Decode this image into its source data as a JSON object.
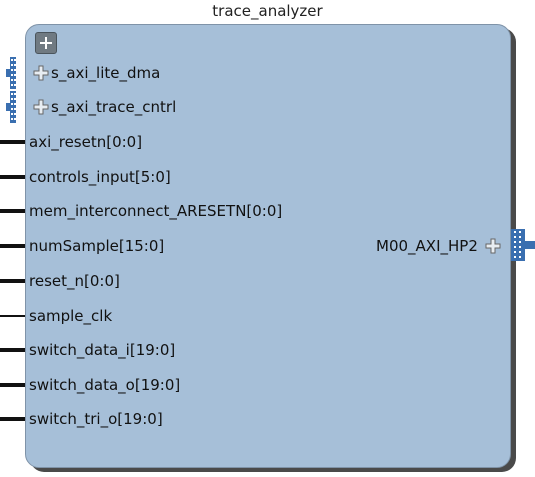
{
  "block": {
    "title": "trace_analyzer"
  },
  "interfaces_left": [
    {
      "label": "s_axi_lite_dma"
    },
    {
      "label": "s_axi_trace_cntrl"
    }
  ],
  "ports_left": [
    {
      "label": "axi_resetn[0:0]"
    },
    {
      "label": "controls_input[5:0]"
    },
    {
      "label": "mem_interconnect_ARESETN[0:0]"
    },
    {
      "label": "numSample[15:0]"
    },
    {
      "label": "reset_n[0:0]"
    },
    {
      "label": "sample_clk"
    },
    {
      "label": "switch_data_i[19:0]"
    },
    {
      "label": "switch_data_o[19:0]"
    },
    {
      "label": "switch_tri_o[19:0]"
    }
  ],
  "interfaces_right": [
    {
      "label": "M00_AXI_HP2"
    }
  ],
  "colors": {
    "block_fill": "#a6bfd8",
    "block_border": "#7f93a8",
    "bus_blue": "#3a6fb0",
    "pin_black": "#111111"
  }
}
